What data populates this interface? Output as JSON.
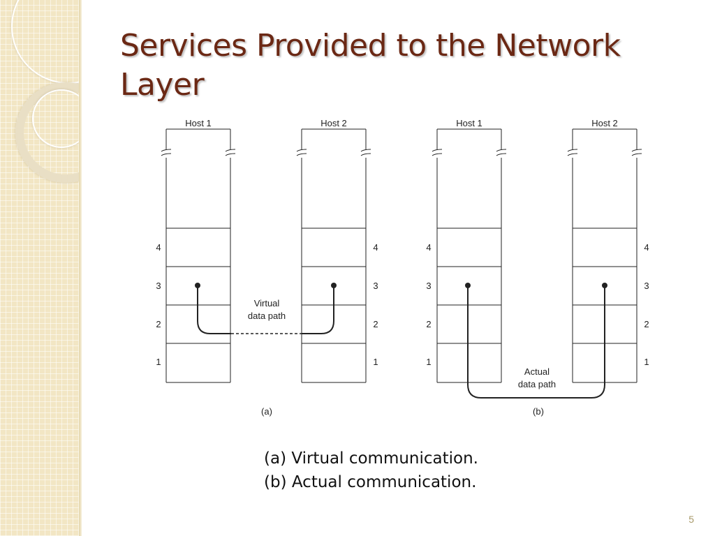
{
  "slide": {
    "title": "Services Provided to the Network Layer",
    "page_number": "5",
    "caption": [
      "(a) Virtual communication.",
      "(b) Actual communication."
    ]
  },
  "diagram": {
    "host_labels": [
      "Host 1",
      "Host 2"
    ],
    "layer_labels": [
      "4",
      "3",
      "2",
      "1"
    ],
    "panel_a": {
      "label": "(a)",
      "path_label": [
        "Virtual",
        "data path"
      ]
    },
    "panel_b": {
      "label": "(b)",
      "path_label": [
        "Actual",
        "data path"
      ]
    }
  },
  "colors": {
    "title": "#6b2814",
    "sidebar": "#f2e6c4"
  }
}
